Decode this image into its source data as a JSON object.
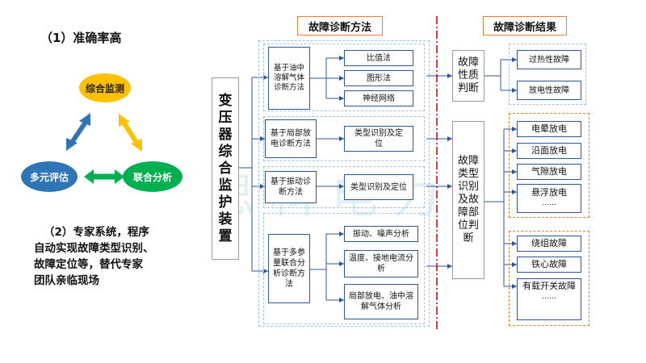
{
  "left": {
    "point1": "（1）准确率高",
    "cycle": {
      "top": "综合监测",
      "left": "多元评估",
      "right": "联合分析"
    },
    "point2_lines": [
      "（2）专家系统，程序",
      "自动实现故障类型识别、",
      "故障定位等，替代专家",
      "团队亲临现场"
    ]
  },
  "watermark": "思科电力",
  "root": "变压器综合监护装置",
  "methods": {
    "header": "故障诊断方法",
    "items": [
      {
        "label": "基于油中溶解气体诊断方法",
        "subs": [
          "比值法",
          "图形法",
          "神经网络"
        ]
      },
      {
        "label": "基于局部放电诊断方法",
        "subs": [
          "类型识别及定位"
        ]
      },
      {
        "label": "基于振动诊断方法",
        "subs": [
          "类型识别及定位"
        ]
      },
      {
        "label": "基于多参量联合分析诊断方法",
        "subs": [
          "振动、噪声分析",
          "温度、接地电流分析",
          "局部放电、油中溶解气体分析"
        ]
      }
    ]
  },
  "results": {
    "header": "故障诊断结果",
    "nature": {
      "label": "故障性质判断",
      "items": [
        "过热性故障",
        "放电性故障"
      ]
    },
    "location": {
      "label": "故障类型识别及故障部位判断",
      "discharge_items": [
        "电晕放电",
        "沿面放电",
        "气隙放电",
        "悬浮放电",
        "……"
      ],
      "part_items": [
        "绕组故障",
        "铁心故障",
        "有载开关故障",
        "……"
      ]
    }
  },
  "colors": {
    "accent_orange": "#ed7d31",
    "node_blue": "#2f5597",
    "divider_red": "#c00000",
    "cycle_top": "#ffc000",
    "cycle_left": "#2e75b6",
    "cycle_right": "#00b050"
  }
}
